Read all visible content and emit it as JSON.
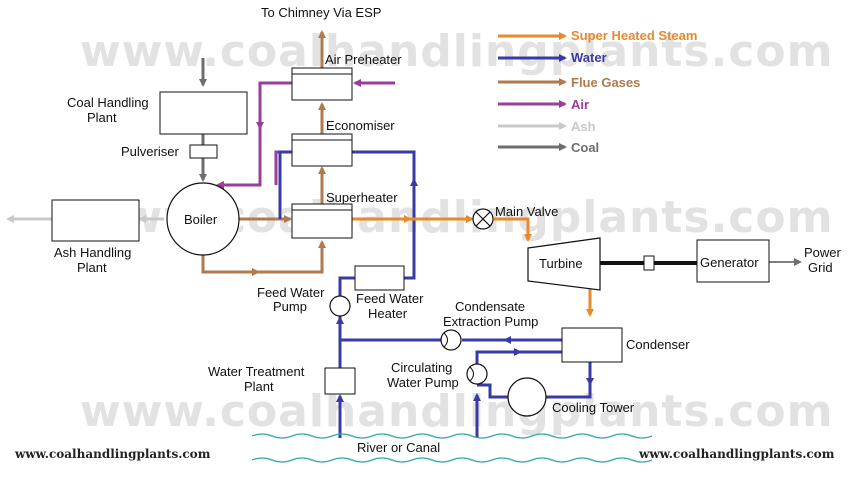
{
  "watermark": "www.coalhandlingplants.com",
  "footer": {
    "left": "www.coalhandlingplants.com",
    "right": "www.coalhandlingplants.com"
  },
  "labels": {
    "chimney": "To Chimney Via ESP",
    "air_preheater": "Air Preheater",
    "coal_handling_1": "Coal Handling",
    "coal_handling_2": "Plant",
    "economiser": "Economiser",
    "pulveriser": "Pulveriser",
    "boiler": "Boiler",
    "superheater": "Superheater",
    "main_valve": "Main Valve",
    "ash_handling_1": "Ash Handling",
    "ash_handling_2": "Plant",
    "turbine": "Turbine",
    "generator": "Generator",
    "power_grid_1": "Power",
    "power_grid_2": "Grid",
    "feed_water_pump_1": "Feed Water",
    "feed_water_pump_2": "Pump",
    "feed_water_heater_1": "Feed Water",
    "feed_water_heater_2": "Heater",
    "condensate_pump_1": "Condensate",
    "condensate_pump_2": "Extraction Pump",
    "condenser": "Condenser",
    "water_treatment_1": "Water Treatment",
    "water_treatment_2": "Plant",
    "circulating_pump_1": "Circulating",
    "circulating_pump_2": "Water Pump",
    "cooling_tower": "Cooling Tower",
    "river": "River or Canal"
  },
  "legend": [
    {
      "label": "Super Heated Steam",
      "color": "#e8892c"
    },
    {
      "label": "Water",
      "color": "#3a3aa6"
    },
    {
      "label": "Flue Gases",
      "color": "#b07a4e"
    },
    {
      "label": "Air",
      "color": "#9b3d9b"
    },
    {
      "label": "Ash",
      "color": "#c8c8c8"
    },
    {
      "label": "Coal",
      "color": "#6e6e6e"
    }
  ]
}
